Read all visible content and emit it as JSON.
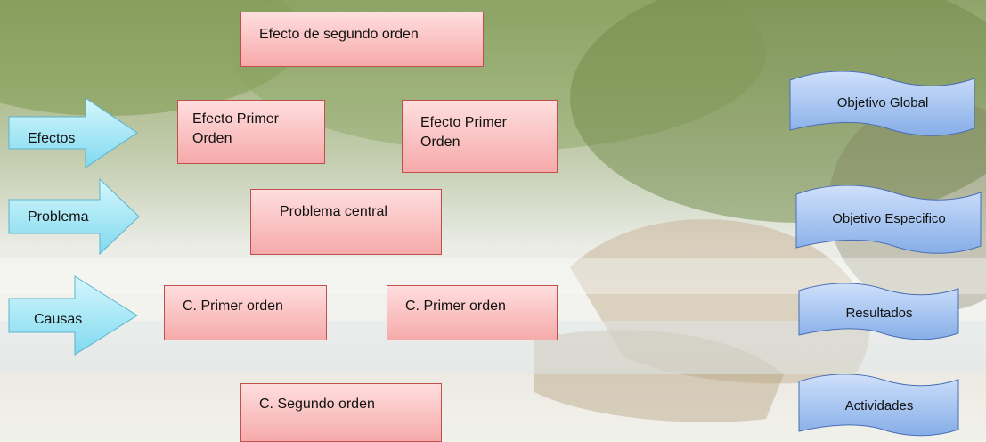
{
  "arrows": [
    {
      "label": "Efectos"
    },
    {
      "label": "Problema"
    },
    {
      "label": "Causas"
    }
  ],
  "boxes": {
    "second_order_effect": "Efecto de segundo orden",
    "first_order_effect_1": "Efecto Primer Orden",
    "first_order_effect_2": "Efecto Primer Orden",
    "central_problem": "Problema central",
    "first_order_cause_1": "C. Primer orden",
    "first_order_cause_2": "C. Primer orden",
    "second_order_cause": "C. Segundo orden"
  },
  "objectives": [
    {
      "label": "Objetivo Global"
    },
    {
      "label": "Objetivo Especifico"
    },
    {
      "label": "Resultados"
    },
    {
      "label": "Actividades"
    }
  ],
  "colors": {
    "box_fill": "#f6aaaa",
    "box_border": "#c0504d",
    "arrow_fill": "#9fe6f5",
    "tape_fill": "#9dbcf0",
    "tape_border": "#4a6fb5"
  }
}
